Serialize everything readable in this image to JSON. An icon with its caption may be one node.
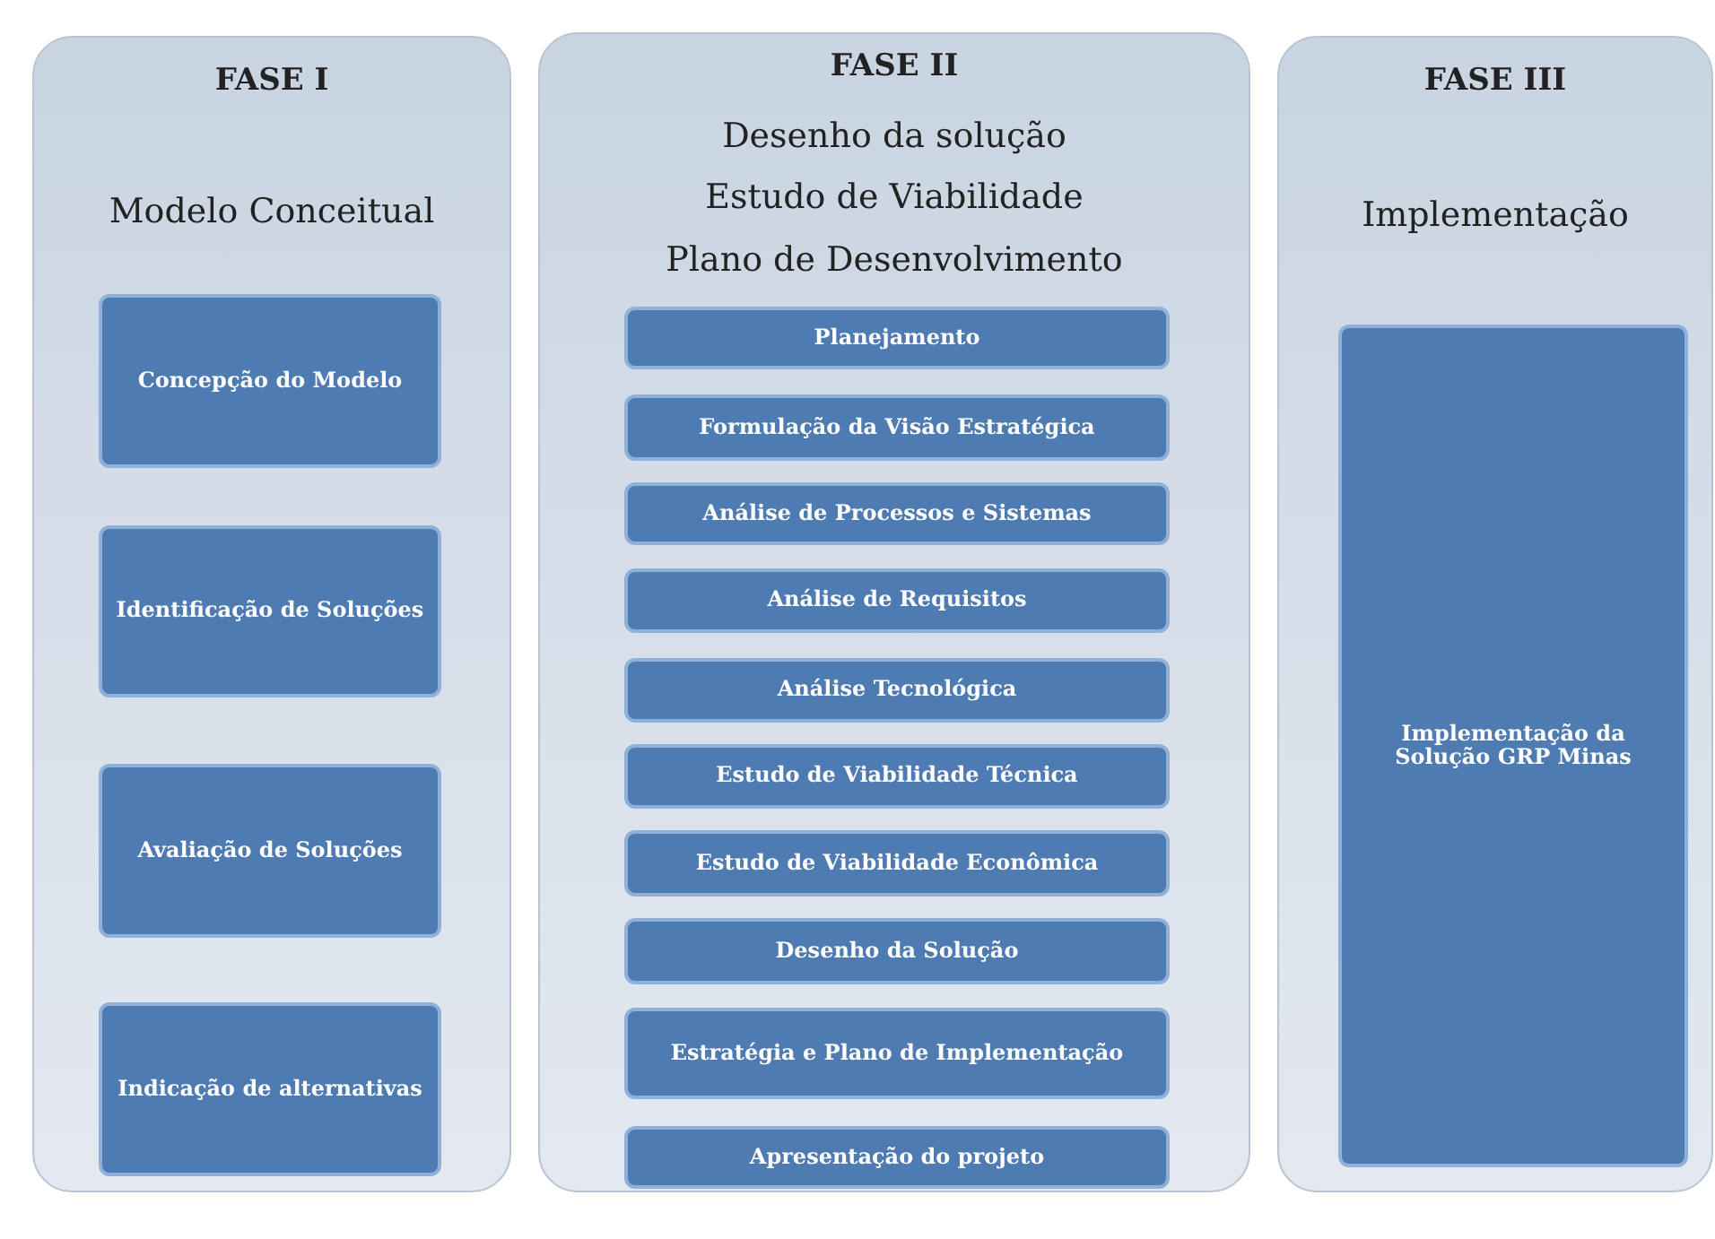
{
  "diagram": {
    "nodes": [
      {
        "text": [
          "FASE I",
          "Modelo Conceitual"
        ]
      },
      {
        "text": [
          "Concepção do Modelo"
        ],
        "in": 0
      },
      {
        "text": [
          "Identificação de Soluções"
        ],
        "in": 0
      },
      {
        "text": [
          "Avaliação de Soluções"
        ],
        "in": 0
      },
      {
        "text": [
          "Indicação de alternativas"
        ],
        "in": 0
      },
      {
        "text": [
          "FASE II",
          "Desenho da solução",
          "Estudo de Viabilidade",
          "Plano de Desenvolvimento"
        ]
      },
      {
        "text": [
          "Planejamento"
        ],
        "in": 5
      },
      {
        "text": [
          "Formulação da Visão Estratégica"
        ],
        "in": 5
      },
      {
        "text": [
          "Análise de Processos e Sistemas"
        ],
        "in": 5
      },
      {
        "text": [
          "Análise de Requisitos"
        ],
        "in": 5
      },
      {
        "text": [
          "Análise Tecnológica"
        ],
        "in": 5
      },
      {
        "text": [
          "Estudo de Viabilidade Técnica"
        ],
        "in": 5
      },
      {
        "text": [
          "Estudo de Viabilidade Econômica"
        ],
        "in": 5
      },
      {
        "text": [
          "Desenho da Solução"
        ],
        "in": 5
      },
      {
        "text": [
          "Estratégia e Plano de Implementação"
        ],
        "in": 5
      },
      {
        "text": [
          "Apresentação do projeto"
        ],
        "in": 5
      },
      {
        "text": [
          "FASE III",
          "Implementação"
        ]
      },
      {
        "text": [
          "Implementação da Solução GRP Minas"
        ],
        "in": 16
      }
    ]
  }
}
